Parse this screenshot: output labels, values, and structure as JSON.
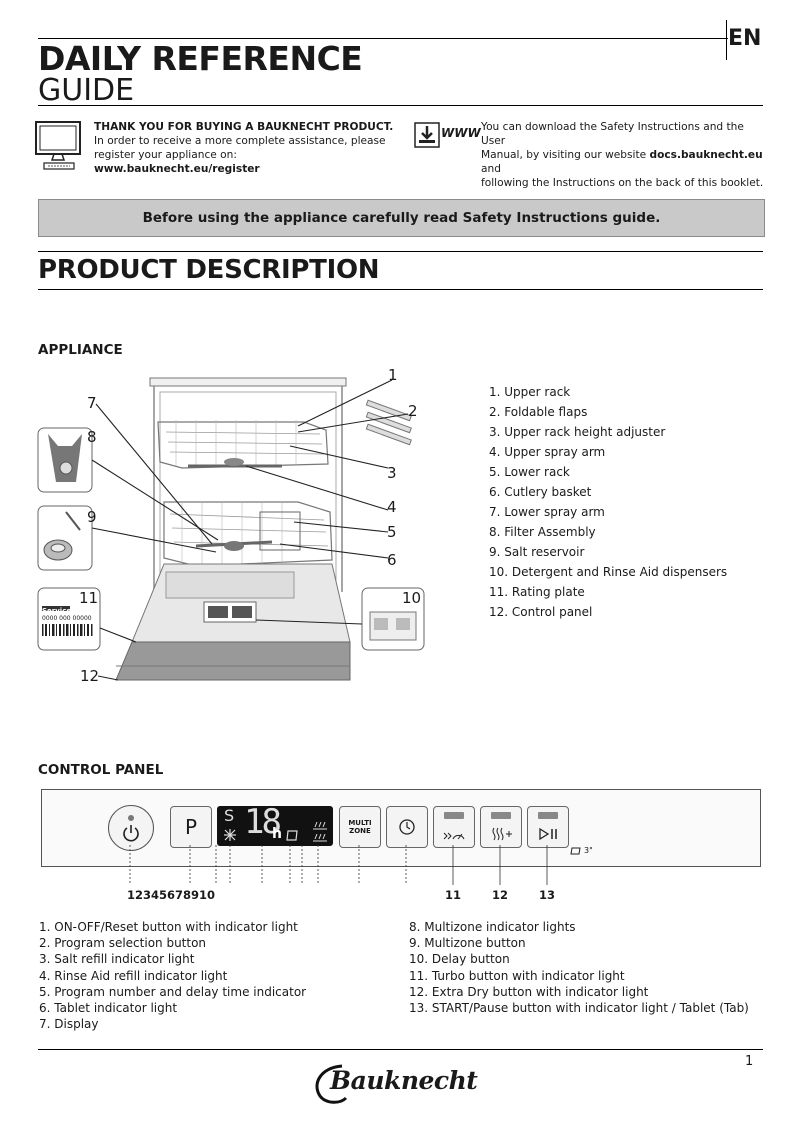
{
  "header": {
    "title_line1": "DAILY REFERENCE",
    "title_line2": "GUIDE",
    "language": "EN"
  },
  "intro": {
    "left_bold": "THANK YOU FOR BUYING A BAUKNECHT PRODUCT.",
    "left_line2": "In order to receive a more complete assistance, please",
    "left_line3_pre": "register your appliance on: ",
    "left_line3_link": "www.bauknecht.eu/register",
    "www_label": "WWW",
    "right_line1": "You can download the Safety Instructions and the User",
    "right_line2_pre": "Manual, by visiting our website ",
    "right_line2_link": "docs.bauknecht.eu",
    "right_line2_post": " and",
    "right_line3": "following the Instructions on the back of this booklet."
  },
  "banner": "Before using the appliance carefully read Safety Instructions guide.",
  "section_title": "PRODUCT  DESCRIPTION",
  "appliance": {
    "heading": "APPLIANCE",
    "items": [
      "1.  Upper rack",
      "2.  Foldable flaps",
      "3.  Upper rack height adjuster",
      "4.  Upper spray arm",
      "5.  Lower  rack",
      "6.  Cutlery basket",
      "7.  Lower spray arm",
      "8.  Filter Assembly",
      "9.  Salt reservoir",
      "10.  Detergent and Rinse Aid dispensers",
      "11.  Rating plate",
      "12.  Control panel"
    ],
    "callouts": [
      "1",
      "2",
      "3",
      "4",
      "5",
      "6",
      "7",
      "8",
      "9",
      "10",
      "11",
      "12"
    ],
    "rating_plate_label": "Service:",
    "rating_plate_code": "0000 000 00000"
  },
  "control_panel": {
    "heading": "CONTROL PANEL",
    "btn_program": "P",
    "display_s": "S",
    "display_digits": "18",
    "display_h": "h",
    "btn_multizone": "MULTI\nZONE",
    "tab_label": "3\"",
    "num_group": "12345678910",
    "num_11": "11",
    "num_12": "12",
    "num_13": "13",
    "items_left": [
      "1.  ON-OFF/Reset button with indicator light",
      "2.  Program selection button",
      "3.  Salt refill indicator light",
      "4.  Rinse Aid refill indicator light",
      "5.  Program number and delay time indicator",
      "6.  Tablet indicator light",
      "7.  Display"
    ],
    "items_right": [
      "8.  Multizone indicator lights",
      "9.  Multizone button",
      "10.  Delay button",
      "11.  Turbo button with indicator light",
      "12.  Extra Dry button with indicator light",
      "13.  START/Pause button with indicator light / Tablet (Tab)"
    ]
  },
  "footer": {
    "page_number": "1",
    "brand": "Bauknecht"
  }
}
